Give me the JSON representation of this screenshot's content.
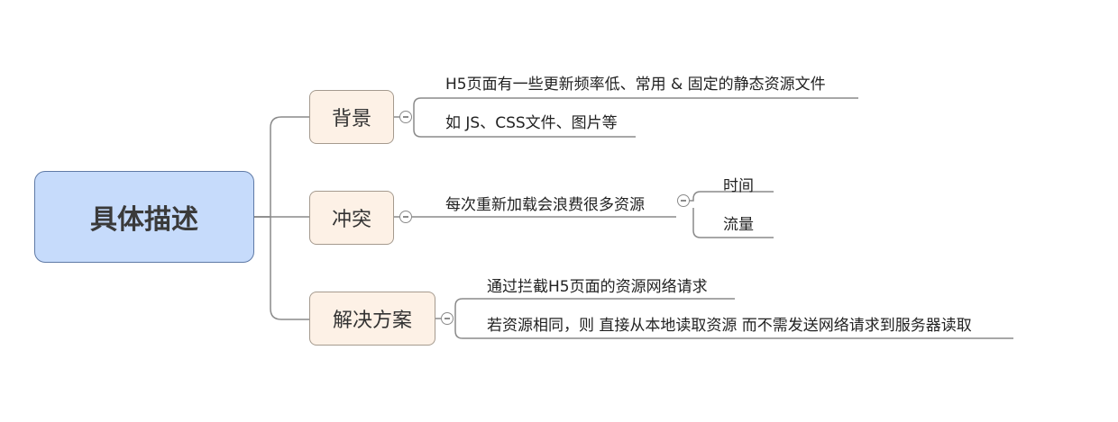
{
  "mindmap": {
    "root": {
      "label": "具体描述"
    },
    "branches": [
      {
        "label": "背景",
        "children": [
          {
            "label": "H5页面有一些更新频率低、常用 & 固定的静态资源文件"
          },
          {
            "label": "如 JS、CSS文件、图片等"
          }
        ]
      },
      {
        "label": "冲突",
        "children": [
          {
            "label": "每次重新加载会浪费很多资源",
            "children": [
              {
                "label": "时间"
              },
              {
                "label": "流量"
              }
            ]
          }
        ]
      },
      {
        "label": "解决方案",
        "children": [
          {
            "label": "通过拦截H5页面的资源网络请求"
          },
          {
            "label": "若资源相同，则 直接从本地读取资源 而不需发送网络请求到服务器读取"
          }
        ]
      }
    ]
  },
  "colors": {
    "root_fill": "#c6dbfb",
    "root_border": "#5f7aa6",
    "branch_fill": "#fdf1e6",
    "branch_border": "#a59a8e",
    "connector": "#8a8a8a"
  }
}
